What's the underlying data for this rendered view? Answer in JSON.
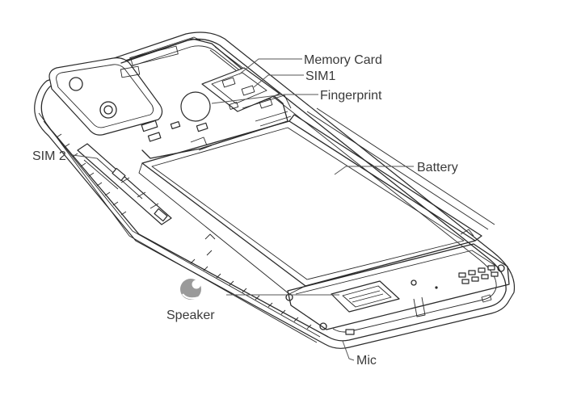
{
  "labels": {
    "memory_card": "Memory Card",
    "sim1": "SIM1",
    "fingerprint": "Fingerprint",
    "sim2": "SIM 2",
    "battery": "Battery",
    "speaker": "Speaker",
    "mic": "Mic"
  },
  "colors": {
    "line": "#2a2a2a",
    "label_text": "#3a3a3a",
    "speaker_icon": "#9a9a9a"
  }
}
